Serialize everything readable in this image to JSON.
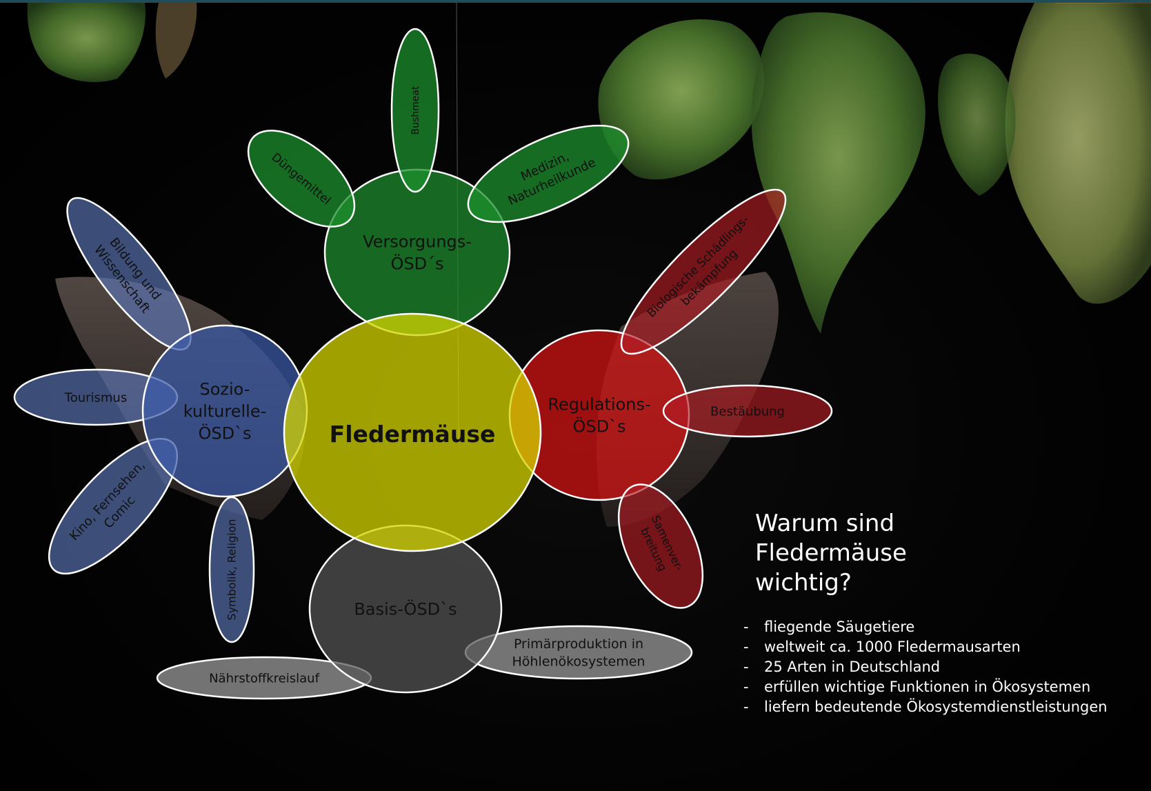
{
  "diagram": {
    "center": "Fledermäuse",
    "categories": {
      "versorgung": {
        "label_lines": [
          "Versorgungs-",
          "ÖSD´s"
        ],
        "color": "#1e8f2e",
        "items": [
          {
            "lines": [
              "Düngemittel"
            ]
          },
          {
            "lines": [
              "Bushmeat"
            ]
          },
          {
            "lines": [
              "Medizin,",
              "Naturheilkunde"
            ]
          }
        ]
      },
      "regulation": {
        "label_lines": [
          "Regulations-",
          "ÖSD`s"
        ],
        "color": "#d81414",
        "items": [
          {
            "lines": [
              "Biologische Schädlings-",
              "bekämpfung"
            ]
          },
          {
            "lines": [
              "Bestäubung"
            ]
          },
          {
            "lines": [
              "Samenver-",
              "breitung"
            ]
          }
        ]
      },
      "sozio": {
        "label_lines": [
          "Sozio-",
          "kulturelle-",
          "ÖSD`s"
        ],
        "color": "#3a5aa8",
        "items": [
          {
            "lines": [
              "Bildung und",
              "Wissenschaft"
            ]
          },
          {
            "lines": [
              "Tourismus"
            ]
          },
          {
            "lines": [
              "Kino, Fernsehen,",
              "Comic"
            ]
          },
          {
            "lines": [
              "Symbolik, Religion"
            ]
          }
        ]
      },
      "basis": {
        "label_lines": [
          "Basis-ÖSD`s"
        ],
        "color": "#555555",
        "items": [
          {
            "lines": [
              "Primärproduktion in",
              "Höhlenökosystemen"
            ]
          },
          {
            "lines": [
              "Nährstoffkreislauf"
            ]
          }
        ]
      }
    },
    "center_color": "#d4d400"
  },
  "sidebar": {
    "title": "Warum sind\nFledermäuse\nwichtig?",
    "bullets": [
      "fliegende Säugetiere",
      "weltweit ca. 1000 Fledermausarten",
      "25 Arten in Deutschland",
      "erfüllen wichtige Funktionen in Ökosystemen",
      "liefern bedeutende Ökosystemdienstleistungen"
    ]
  },
  "background": {
    "leaf_color": "#5f8a3a",
    "bat_wing_color": "#5a4d48"
  }
}
